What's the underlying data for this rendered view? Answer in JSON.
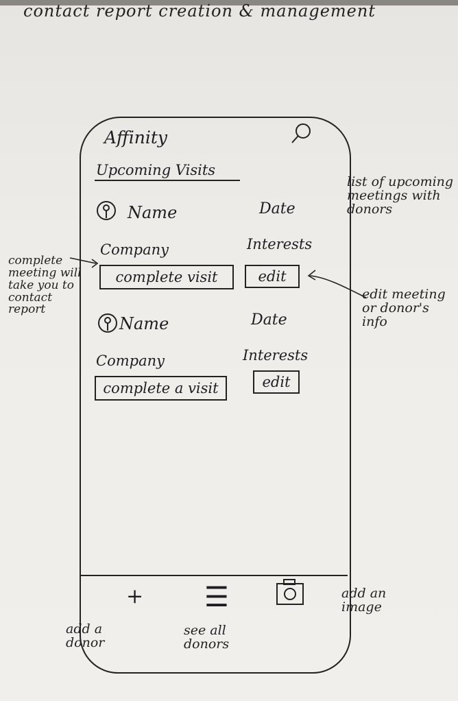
{
  "heading": "contact report creation & management",
  "app": {
    "title": "Affinity",
    "search_icon": "search-icon",
    "section_title": "Upcoming Visits",
    "visits": [
      {
        "name": "Name",
        "date": "Date",
        "company": "Company",
        "interests": "Interests",
        "complete_label": "complete visit",
        "edit_label": "edit"
      },
      {
        "name": "Name",
        "date": "Date",
        "company": "Company",
        "interests": "Interests",
        "complete_label": "complete a visit",
        "edit_label": "edit"
      }
    ],
    "tabs": [
      {
        "icon": "plus-icon",
        "glyph": "+"
      },
      {
        "icon": "list-icon",
        "glyph": "☰"
      },
      {
        "icon": "camera-icon"
      }
    ]
  },
  "annotations": {
    "list": "list of upcoming meetings with donors",
    "complete": "complete meeting will take you to contact report",
    "edit": "edit meeting or donor's info",
    "add_donor": "add a donor",
    "see_all": "see all donors",
    "add_image": "add an image"
  }
}
